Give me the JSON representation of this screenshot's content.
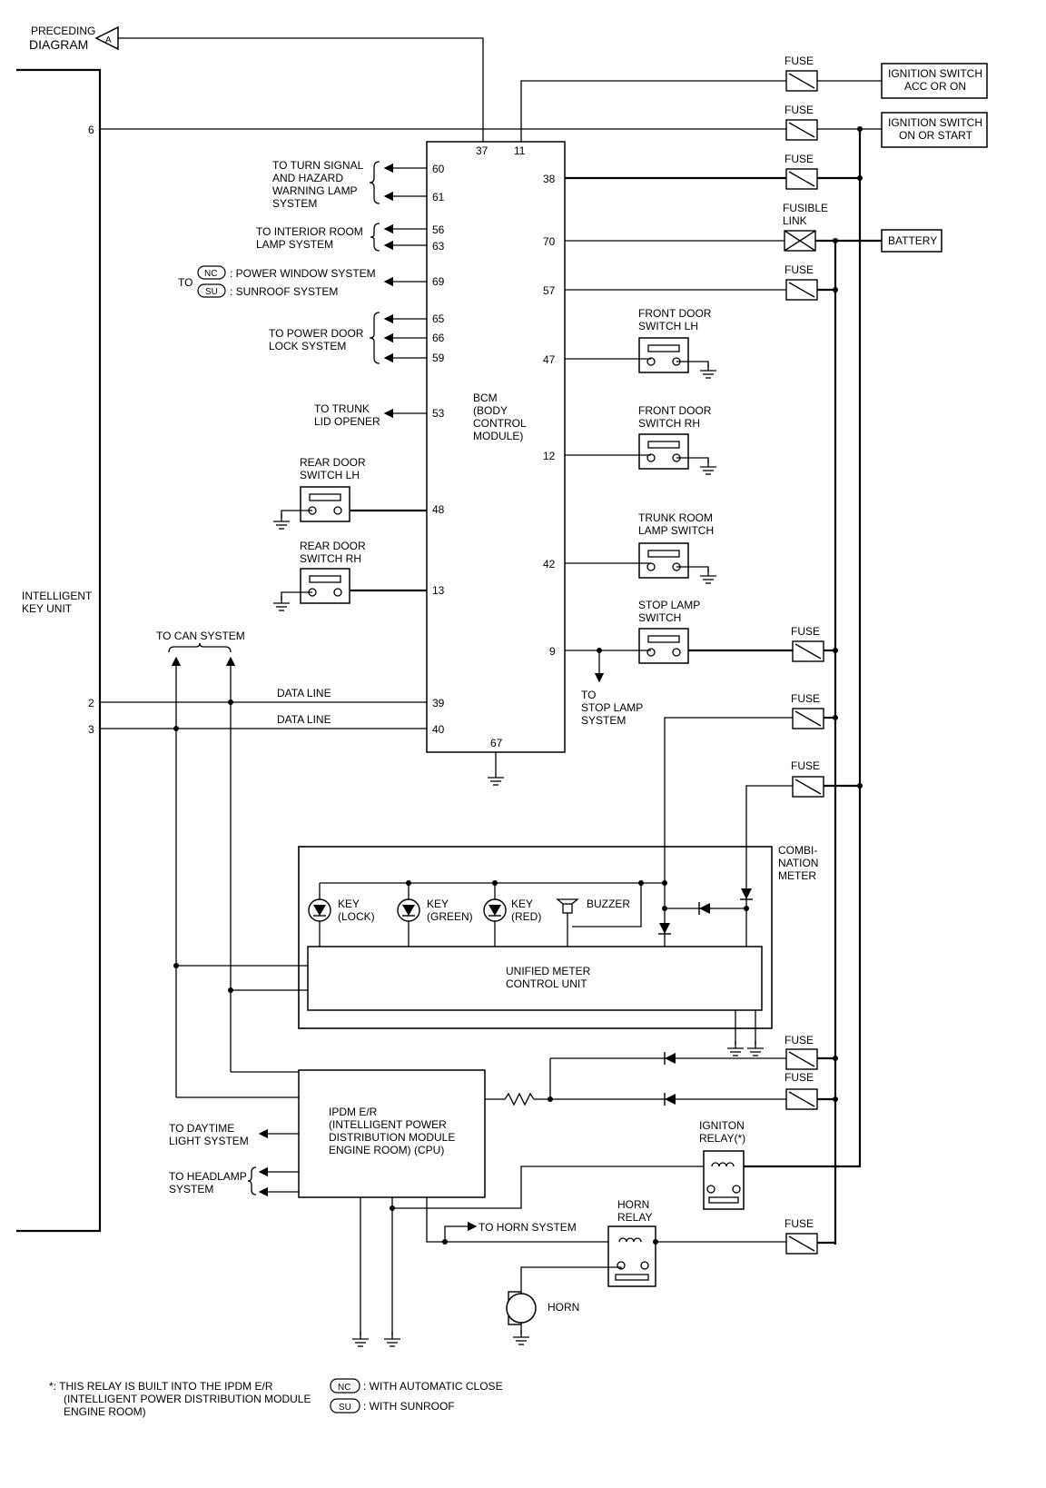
{
  "preceding": {
    "line1": "PRECEDING",
    "line2": "DIAGRAM",
    "connector": "A"
  },
  "intelligent_key": {
    "line1": "INTELLIGENT",
    "line2": "KEY UNIT",
    "pins": {
      "p6": "6",
      "p2": "2",
      "p3": "3"
    }
  },
  "bcm": {
    "line1": "BCM",
    "line2": "(BODY",
    "line3": "CONTROL",
    "line4": "MODULE)",
    "pins": {
      "p37": "37",
      "p11": "11",
      "p38": "38",
      "p70": "70",
      "p57": "57",
      "p47": "47",
      "p12": "12",
      "p42": "42",
      "p9": "9",
      "p67": "67",
      "p60": "60",
      "p61": "61",
      "p56": "56",
      "p63": "63",
      "p69": "69",
      "p65": "65",
      "p66": "66",
      "p59": "59",
      "p53": "53",
      "p48": "48",
      "p13": "13",
      "p39": "39",
      "p40": "40"
    }
  },
  "left_labels": {
    "turn": [
      "TO TURN SIGNAL",
      "AND HAZARD",
      "WARNING LAMP",
      "SYSTEM"
    ],
    "interior": [
      "TO INTERIOR ROOM",
      "LAMP SYSTEM"
    ],
    "to": "TO",
    "nc_badge": "NC",
    "nc_text": ": POWER WINDOW SYSTEM",
    "su_badge": "SU",
    "su_text": ": SUNROOF SYSTEM",
    "door_lock": [
      "TO POWER DOOR",
      "LOCK SYSTEM"
    ],
    "trunk": [
      "TO TRUNK",
      "LID OPENER"
    ],
    "rear_lh": [
      "REAR DOOR",
      "SWITCH LH"
    ],
    "rear_rh": [
      "REAR DOOR",
      "SWITCH RH"
    ],
    "can": "TO CAN SYSTEM",
    "data_line": "DATA LINE",
    "daytime": [
      "TO DAYTIME",
      "LIGHT SYSTEM"
    ],
    "headlamp": [
      "TO HEADLAMP",
      "SYSTEM"
    ]
  },
  "right_labels": {
    "fuse": "FUSE",
    "fusible": [
      "FUSIBLE",
      "LINK"
    ],
    "ign_acc": [
      "IGNITION SWITCH",
      "ACC OR ON"
    ],
    "ign_on": [
      "IGNITION SWITCH",
      "ON OR START"
    ],
    "battery": "BATTERY",
    "front_lh": [
      "FRONT DOOR",
      "SWITCH LH"
    ],
    "front_rh": [
      "FRONT DOOR",
      "SWITCH RH"
    ],
    "trunk_room": [
      "TRUNK ROOM",
      "LAMP SWITCH"
    ],
    "stop_lamp": [
      "STOP LAMP",
      "SWITCH"
    ],
    "to_stop": [
      "TO",
      "STOP LAMP",
      "SYSTEM"
    ]
  },
  "meter": {
    "title": [
      "COMBI-",
      "NATION",
      "METER"
    ],
    "key_lock": [
      "KEY",
      "(LOCK)"
    ],
    "key_green": [
      "KEY",
      "(GREEN)"
    ],
    "key_red": [
      "KEY",
      "(RED)"
    ],
    "buzzer": "BUZZER",
    "unit": [
      "UNIFIED METER",
      "CONTROL UNIT"
    ]
  },
  "ipdm": {
    "lines": [
      "IPDM E/R",
      "(INTELLIGENT POWER",
      "DISTRIBUTION MODULE",
      "ENGINE ROOM) (CPU)"
    ]
  },
  "relays": {
    "ign": [
      "IGNITON",
      "RELAY(*)"
    ],
    "horn": [
      "HORN",
      "RELAY"
    ],
    "to_horn": "TO HORN SYSTEM",
    "horn_label": "HORN"
  },
  "footnotes": {
    "star": "*: THIS RELAY IS BUILT INTO THE IPDM E/R",
    "star2": "(INTELLIGENT POWER DISTRIBUTION MODULE",
    "star3": "ENGINE ROOM)",
    "nc_badge": "NC",
    "nc": ": WITH AUTOMATIC CLOSE",
    "su_badge": "SU",
    "su": ": WITH SUNROOF"
  }
}
